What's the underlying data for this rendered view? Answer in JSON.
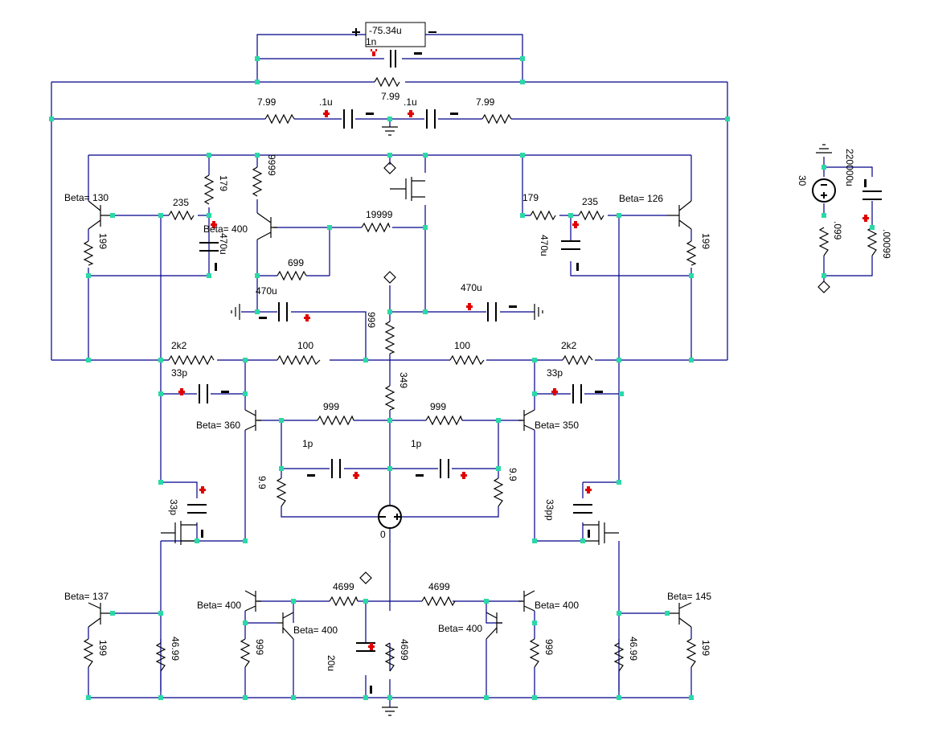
{
  "meter": {
    "value": "-75.34u",
    "cap": "1n"
  },
  "resistors": {
    "r_top_fb": "7.99",
    "r_left_799": "7.99",
    "r_right_799": "7.99",
    "r_left_179": "179",
    "r_left_235": "235",
    "r_left_199": "199",
    "r_9999": "9999",
    "r_19999": "19999",
    "r_699": "699",
    "r_right_179": "179",
    "r_right_235": "235",
    "r_right_199": "199",
    "r_999_vertical": "999",
    "r_2k2_left": "2k2",
    "r_100_left": "100",
    "r_100_right": "100",
    "r_2k2_right": "2k2",
    "r_349": "349",
    "r_999_left": "999",
    "r_999_right": "999",
    "r_99_left": "9.9",
    "r_99_right": "9.9",
    "r_4699_left": "4699",
    "r_4699_right": "4699",
    "r_lower_left_199": "199",
    "r_lower_left_4699": "46.99",
    "r_lower_999_left": "999",
    "r_lower_4699_mid": "4699",
    "r_lower_999_right": "999",
    "r_lower_right_4699": "46.99",
    "r_lower_right_199": "199",
    "r_side_099": ".099",
    "r_side_00099": ".00099"
  },
  "capacitors": {
    "c_top_left": ".1u",
    "c_top_right": ".1u",
    "c_left_470u": "470u",
    "c_mid_470u": "470u",
    "c_right_470u_vert": "470u",
    "c_right_470u": "470u",
    "c_33p_left": "33p",
    "c_33p_right": "33p",
    "c_1p_left": "1p",
    "c_1p_right": "1p",
    "c_33p_left_vert": "33p",
    "c_33pp_right_vert": "33pp",
    "c_20u": "20u",
    "c_side_220000u": "220000u"
  },
  "transistors": {
    "q_top_left": "Beta= 130",
    "q_top_mid": "Beta= 400",
    "q_top_right": "Beta= 126",
    "q_diff_left": "Beta= 360",
    "q_diff_right": "Beta= 350",
    "q_low_left_out": "Beta= 137",
    "q_low_left_mir": "Beta= 400",
    "q_low_left_mir2": "Beta= 400",
    "q_low_right_mir": "Beta= 400",
    "q_low_right_mir2": "Beta= 400",
    "q_low_right_out": "Beta= 145"
  },
  "sources": {
    "v_input": "0",
    "v_supply": "30"
  }
}
